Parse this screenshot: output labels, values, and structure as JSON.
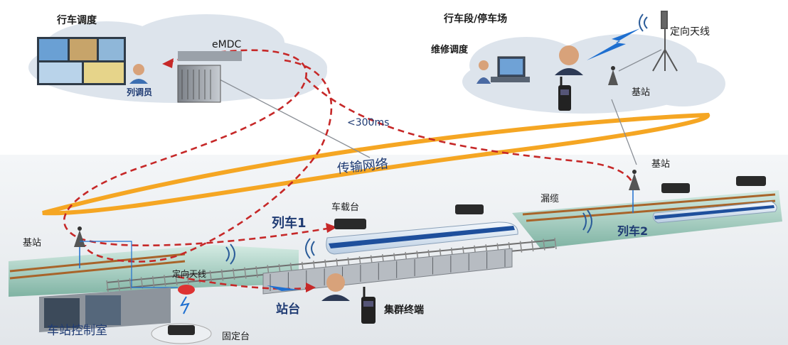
{
  "labels": {
    "dispatch": "行车调度",
    "emdc": "eMDC",
    "dispatcher": "列调员",
    "depot": "行车段/停车场",
    "directional_antenna_top": "定向天线",
    "maintenance": "维修调度",
    "base_station_depot": "基站",
    "latency": "<300ms",
    "transport_network": "传输网络",
    "base_station_right": "基站",
    "vehicle_radio": "车载台",
    "leaky_cable": "漏缆",
    "train1": "列车1",
    "train2": "列车2",
    "base_station_left": "基站",
    "directional_antenna_station": "定向天线",
    "platform": "站台",
    "trunking_terminal": "集群终端",
    "station_control_room": "车站控制室",
    "fixed_station": "固定台"
  },
  "colors": {
    "background": "#ffffff",
    "cloud": "#dfe6ee",
    "ground": "#e9ecef",
    "track_green": "#bcd9cf",
    "transport_ring": "#f5a623",
    "call_path": "#c62828",
    "label_blue": "#1f3b73",
    "train_body": "#e3edf7",
    "train_stripe": "#1e4f9c",
    "wireless_blue": "#1e6fd0"
  },
  "icons": [
    "base-station-icon",
    "antenna-mast-icon",
    "radio-wave-icon",
    "walkie-talkie-icon",
    "vehicle-radio-icon",
    "server-rack-icon",
    "operator-icon",
    "monitor-wall-icon",
    "computer-icon",
    "train-icon",
    "platform-icon",
    "lightning-icon",
    "alarm-light-icon",
    "desk-radio-icon",
    "control-room-icon"
  ]
}
